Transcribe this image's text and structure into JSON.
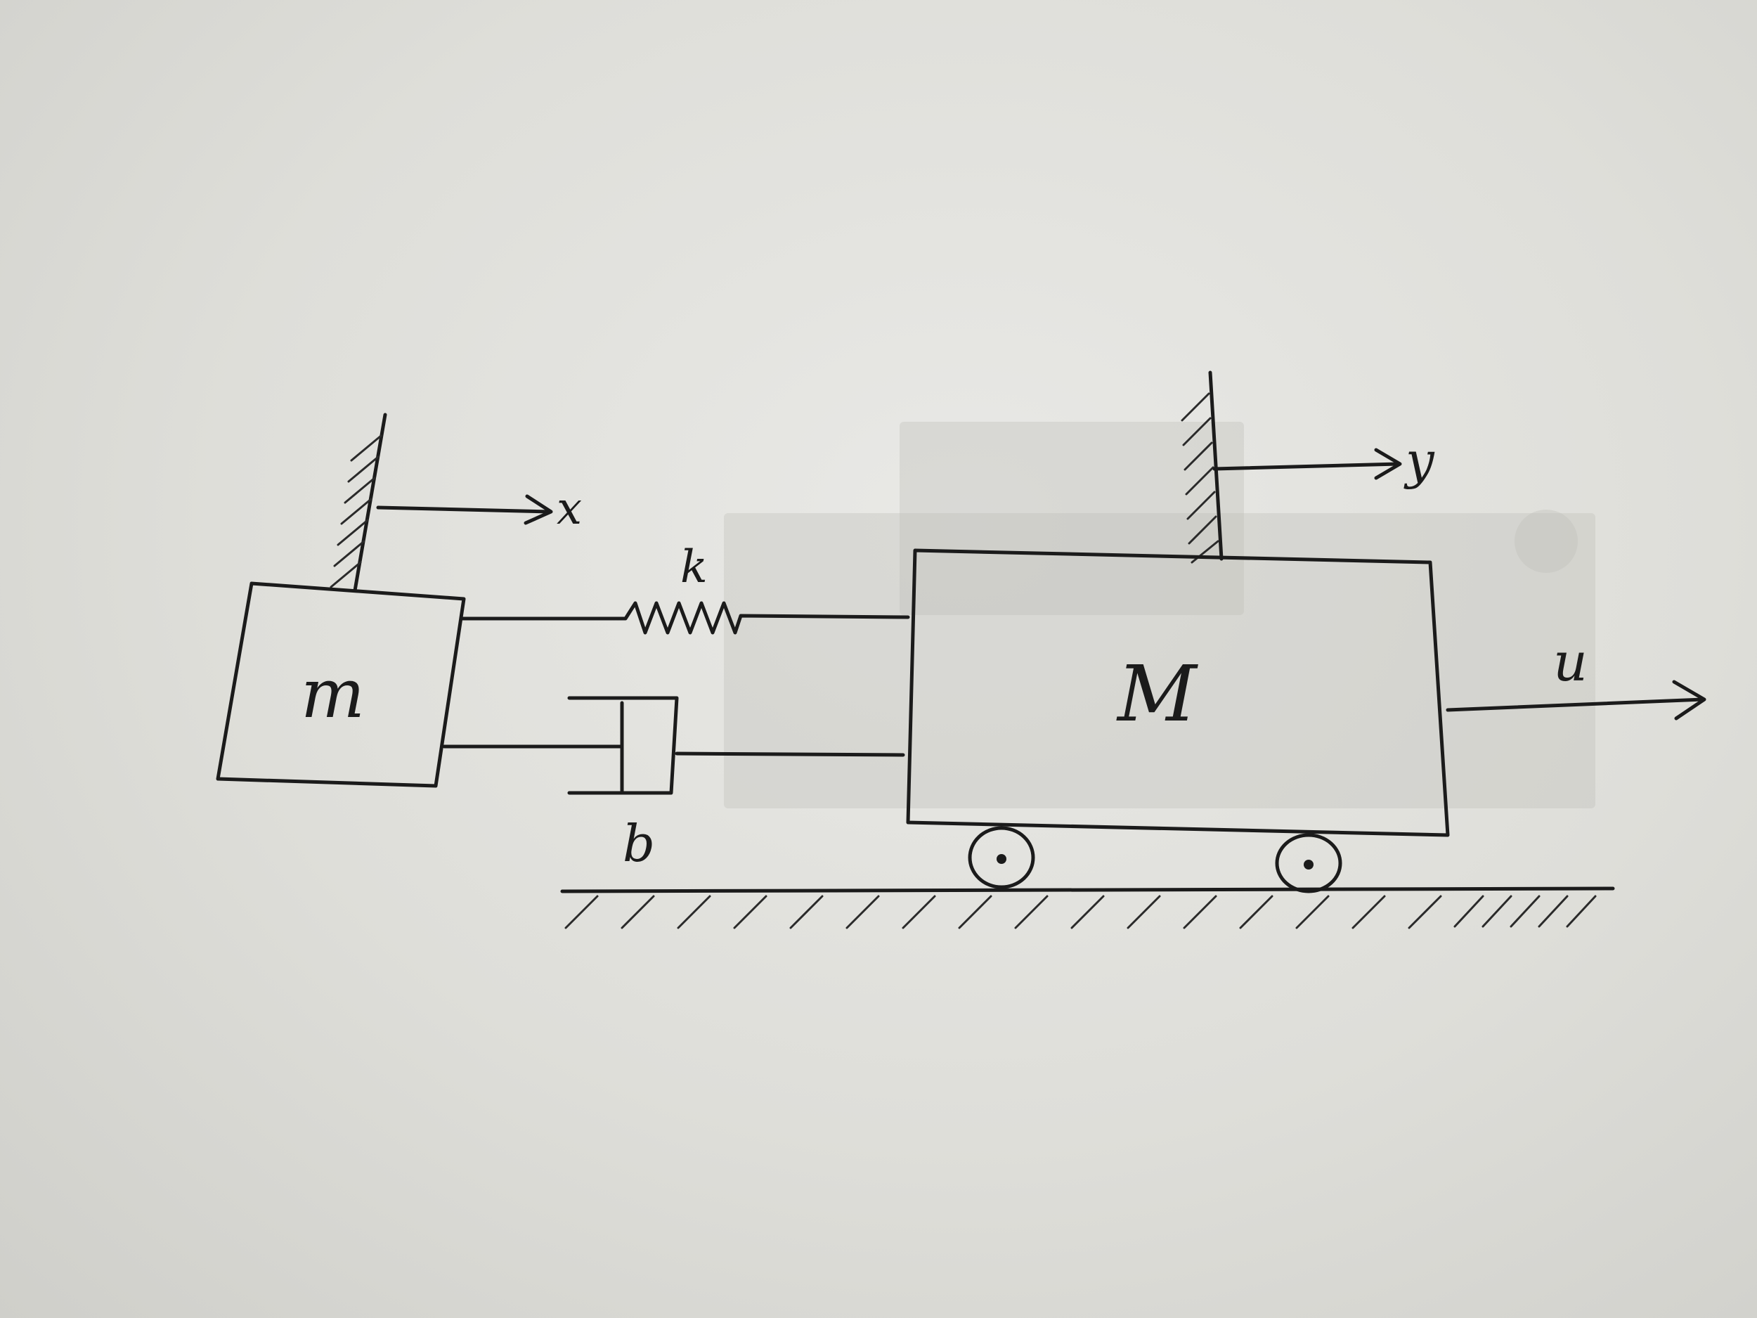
{
  "labels": {
    "mass_small": "m",
    "mass_large": "M",
    "spring": "k",
    "damper": "b",
    "disp_small": "x",
    "disp_large": "y",
    "input": "u"
  },
  "colors": {
    "ink": "#1b1b1b",
    "paper": "#e4e4e0"
  }
}
